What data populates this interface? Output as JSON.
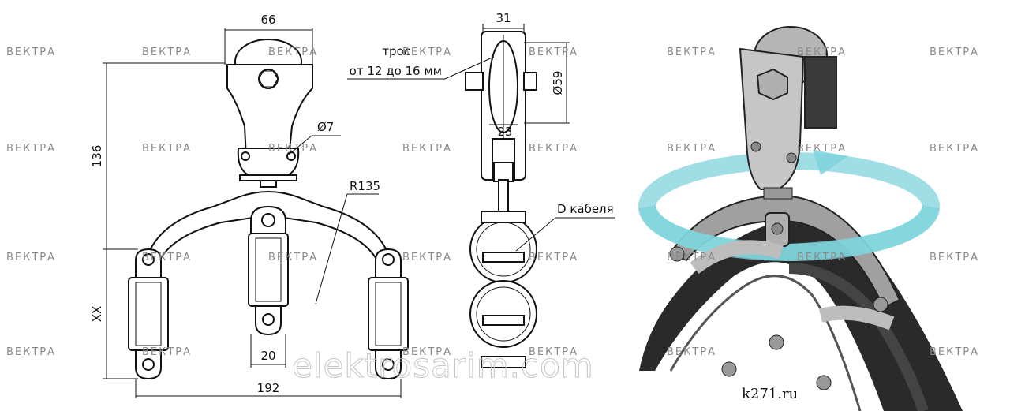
{
  "dimensions": {
    "width_top": "66",
    "height_left": "136",
    "hole_diameter": "Ø7",
    "radius": "R135",
    "width_bottom": "192",
    "pad_width": "20",
    "xx_label": "XX",
    "side_width_top": "31",
    "pulley_diameter": "Ø59",
    "side_width_inner": "23"
  },
  "labels": {
    "cable_line1": "трос",
    "cable_line2": "от 12 до 16 мм",
    "cable_diameter": "D кабеля"
  },
  "watermark": {
    "brand": "ВЕКТРА",
    "big_text": "elektrosarim.com",
    "site": "k271.ru"
  },
  "colors": {
    "arrow_cyan": "#7fd3dc",
    "metal": "#9a9a9a",
    "cable": "#2a2a2a"
  }
}
